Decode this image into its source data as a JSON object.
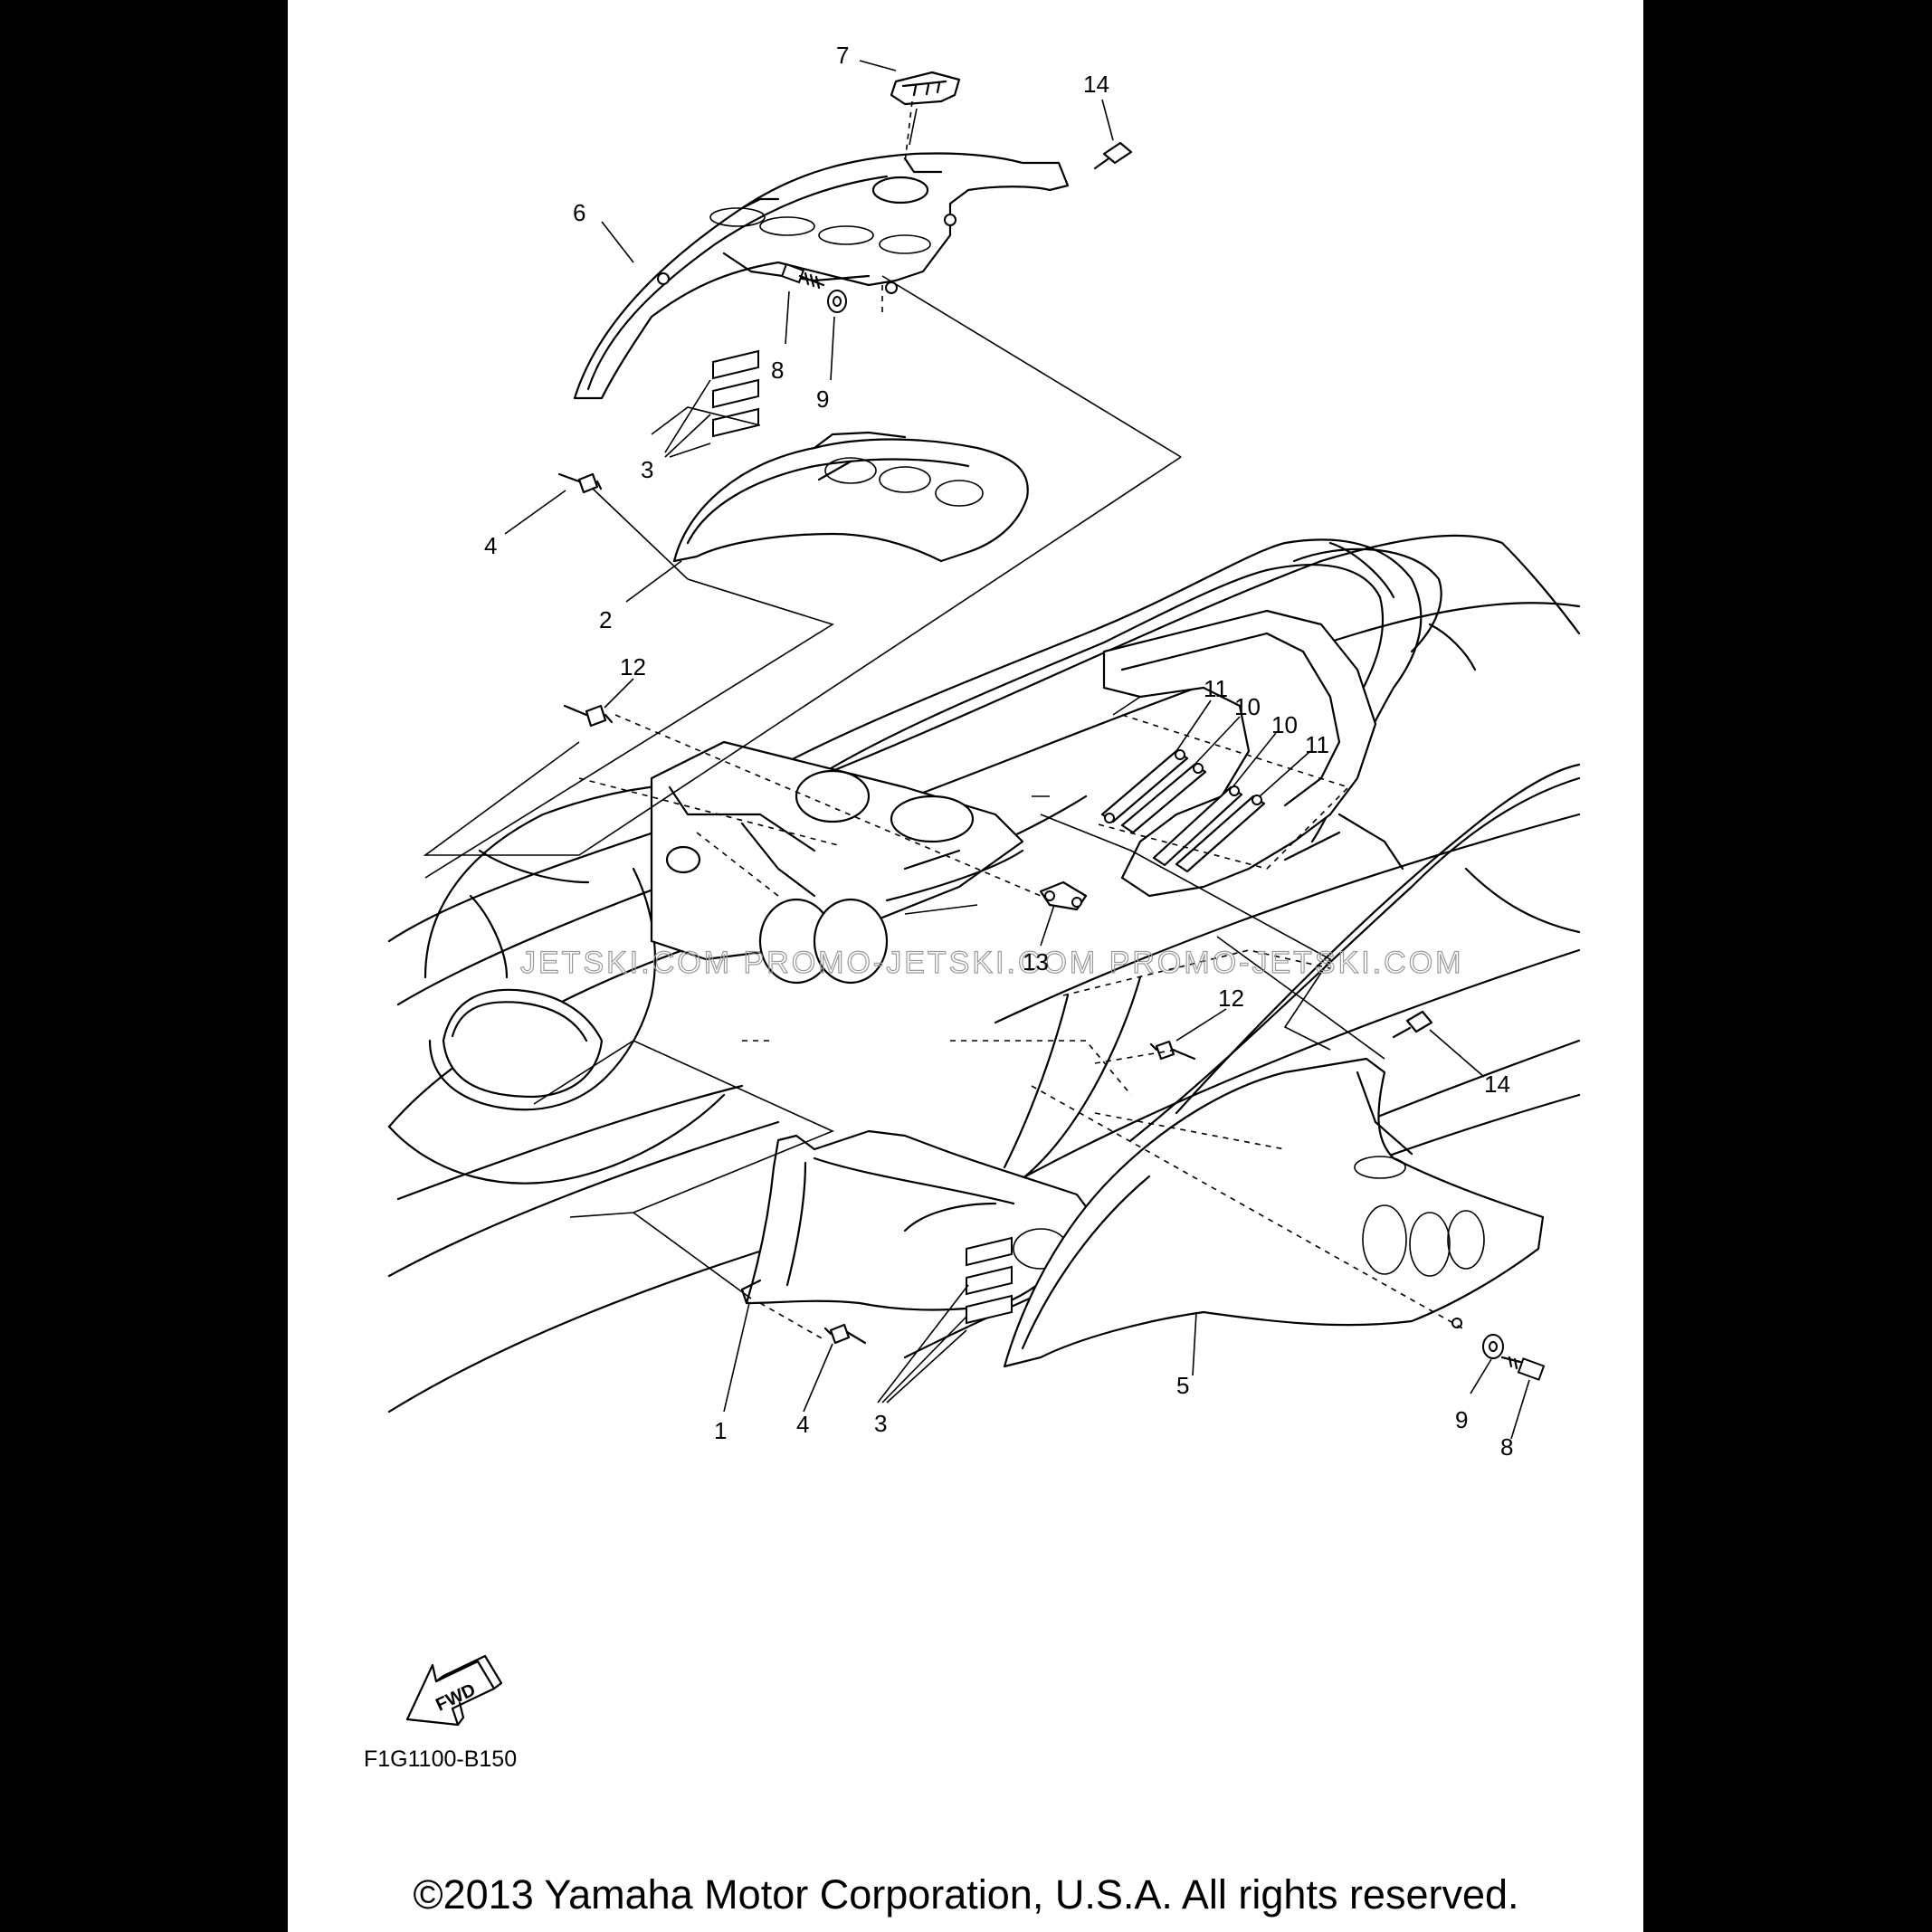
{
  "diagram": {
    "callouts": [
      {
        "label": "7"
      },
      {
        "label": "14"
      },
      {
        "label": "6"
      },
      {
        "label": "8"
      },
      {
        "label": "9"
      },
      {
        "label": "3"
      },
      {
        "label": "4"
      },
      {
        "label": "2"
      },
      {
        "label": "12"
      },
      {
        "label": "11"
      },
      {
        "label": "10"
      },
      {
        "label": "10"
      },
      {
        "label": "11"
      },
      {
        "label": "13"
      },
      {
        "label": "12"
      },
      {
        "label": "14"
      },
      {
        "label": "1"
      },
      {
        "label": "4"
      },
      {
        "label": "3"
      },
      {
        "label": "5"
      },
      {
        "label": "9"
      },
      {
        "label": "8"
      }
    ],
    "watermark": "JETSKI.COM  PROMO-JETSKI.COM  PROMO-JETSKI.COM",
    "fwd_label": "FWD",
    "diagram_code": "F1G1100-B150"
  },
  "footer": {
    "copyright": "©2013 Yamaha Motor Corporation, U.S.A. All rights reserved."
  }
}
